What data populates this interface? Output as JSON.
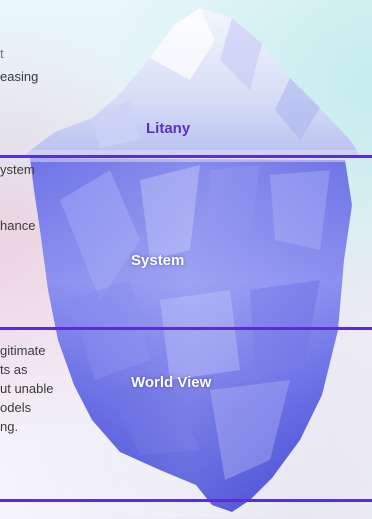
{
  "levels": {
    "litany": "Litany",
    "system": "System",
    "world_view": "World View"
  },
  "side_text": {
    "top": [
      "t",
      "easing"
    ],
    "middle": [
      "ystem",
      "",
      "hance"
    ],
    "bottom": [
      "gitimate",
      "ts as",
      "ut unable",
      "odels",
      "ng."
    ]
  },
  "colors": {
    "accent": "#5a2fd1",
    "ice_top": "#e9eefb",
    "ice_mid": "#7f85ea",
    "ice_deep": "#3a47d6"
  }
}
